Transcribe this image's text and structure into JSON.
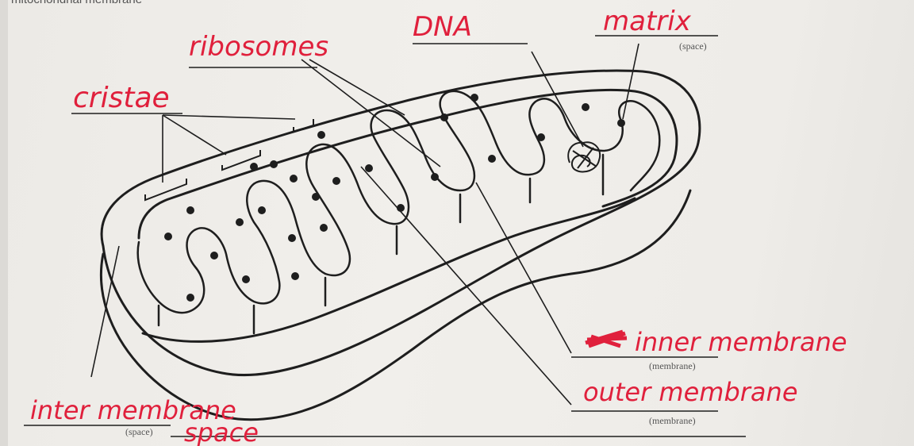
{
  "header": {
    "cutoff_text": "mitochondrial membrane"
  },
  "labels": {
    "ribosomes": "ribosomes",
    "dna": "DNA",
    "matrix": "matrix",
    "cristae": "cristae",
    "inner_membrane": "inner membrane",
    "outer_membrane": "outer membrane",
    "inter_membrane": "inter membrane",
    "space_word": "space"
  },
  "printed_hints": {
    "matrix_hint": "(space)",
    "inner_hint": "(membrane)",
    "outer_hint": "(membrane)",
    "inter_hint": "(space)"
  },
  "colors": {
    "ink": "#e0203c",
    "pencil": "#1e1e1e",
    "paper": "#eeece8"
  }
}
